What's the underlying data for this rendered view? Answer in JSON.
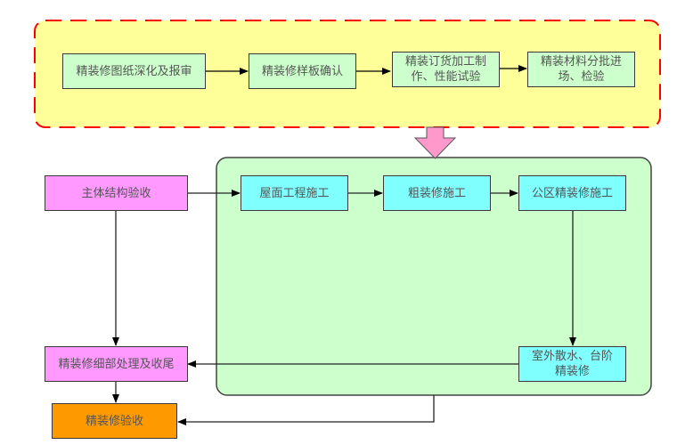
{
  "diagram": {
    "colors": {
      "prep_group_fill": "#ffff99",
      "prep_group_border": "#ff0000",
      "construction_group_fill": "#ccffcc",
      "prep_node_fill": "#ccffcc",
      "construction_node_fill": "#80ffff",
      "milestone_node_fill": "#ff99ff",
      "final_node_fill": "#ff9900",
      "transition_arrow_fill": "#ff99cc"
    },
    "prep_steps": [
      {
        "id": "p1",
        "label": "精装修图纸深化及报审"
      },
      {
        "id": "p2",
        "label": "精装修样板确认"
      },
      {
        "id": "p3",
        "label": "精装订货加工制\n作、性能试验"
      },
      {
        "id": "p4",
        "label": "精装材料分批进\n场、检验"
      }
    ],
    "nodes": {
      "structure_acceptance": "主体结构验收",
      "roof_work": "屋面工程施工",
      "rough_decoration": "粗装修施工",
      "public_area_decoration": "公区精装修施工",
      "outdoor_decoration": "室外散水、台阶\n精装修",
      "detail_finishing": "精装修细部处理及收尾",
      "final_acceptance": "精装修验收"
    },
    "edges": [
      [
        "p1",
        "p2"
      ],
      [
        "p2",
        "p3"
      ],
      [
        "p3",
        "p4"
      ],
      [
        "prep_group",
        "construction_group"
      ],
      [
        "structure_acceptance",
        "roof_work"
      ],
      [
        "roof_work",
        "rough_decoration"
      ],
      [
        "rough_decoration",
        "public_area_decoration"
      ],
      [
        "public_area_decoration",
        "outdoor_decoration"
      ],
      [
        "outdoor_decoration",
        "detail_finishing"
      ],
      [
        "structure_acceptance",
        "detail_finishing"
      ],
      [
        "detail_finishing",
        "final_acceptance"
      ],
      [
        "construction_group",
        "final_acceptance"
      ]
    ]
  }
}
